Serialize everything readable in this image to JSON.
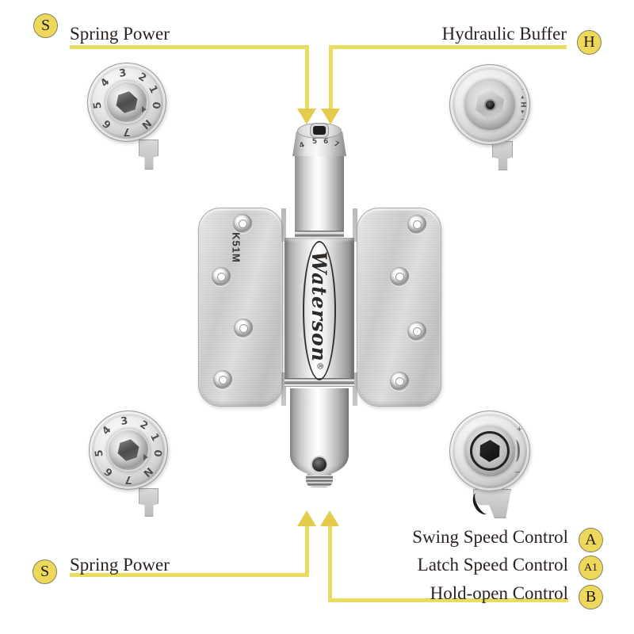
{
  "callouts": {
    "top_left": {
      "badge": "S",
      "label": "Spring Power"
    },
    "top_right": {
      "badge": "H",
      "label": "Hydraulic Buffer"
    },
    "bottom_left": {
      "badge": "S",
      "label": "Spring Power"
    },
    "bottom_right": {
      "rows": [
        {
          "badge": "A",
          "label": "Swing Speed Control"
        },
        {
          "badge": "A1",
          "label": "Latch Speed Control"
        },
        {
          "badge": "B",
          "label": "Hold-open Control"
        }
      ]
    }
  },
  "hinge": {
    "model": "K51M",
    "brand": "Waterson",
    "reg": "®",
    "cap_numbers": [
      "4",
      "5",
      "6",
      "7"
    ]
  },
  "dials": {
    "spring_numbers": [
      "3",
      "2",
      "1",
      "0",
      "N",
      "7",
      "6",
      "5",
      "4"
    ],
    "hydraulic": {
      "dot": "·",
      "up": "▴",
      "letter": "H",
      "down": "▾",
      "dash": "‒"
    },
    "speed": {
      "plus": "+",
      "minus": "−"
    }
  },
  "colors": {
    "line_yellow": "#e9dc60",
    "arrow_yellow": "#e3cb4b",
    "badge_fill": "#eed85c",
    "text": "#2b2320"
  }
}
